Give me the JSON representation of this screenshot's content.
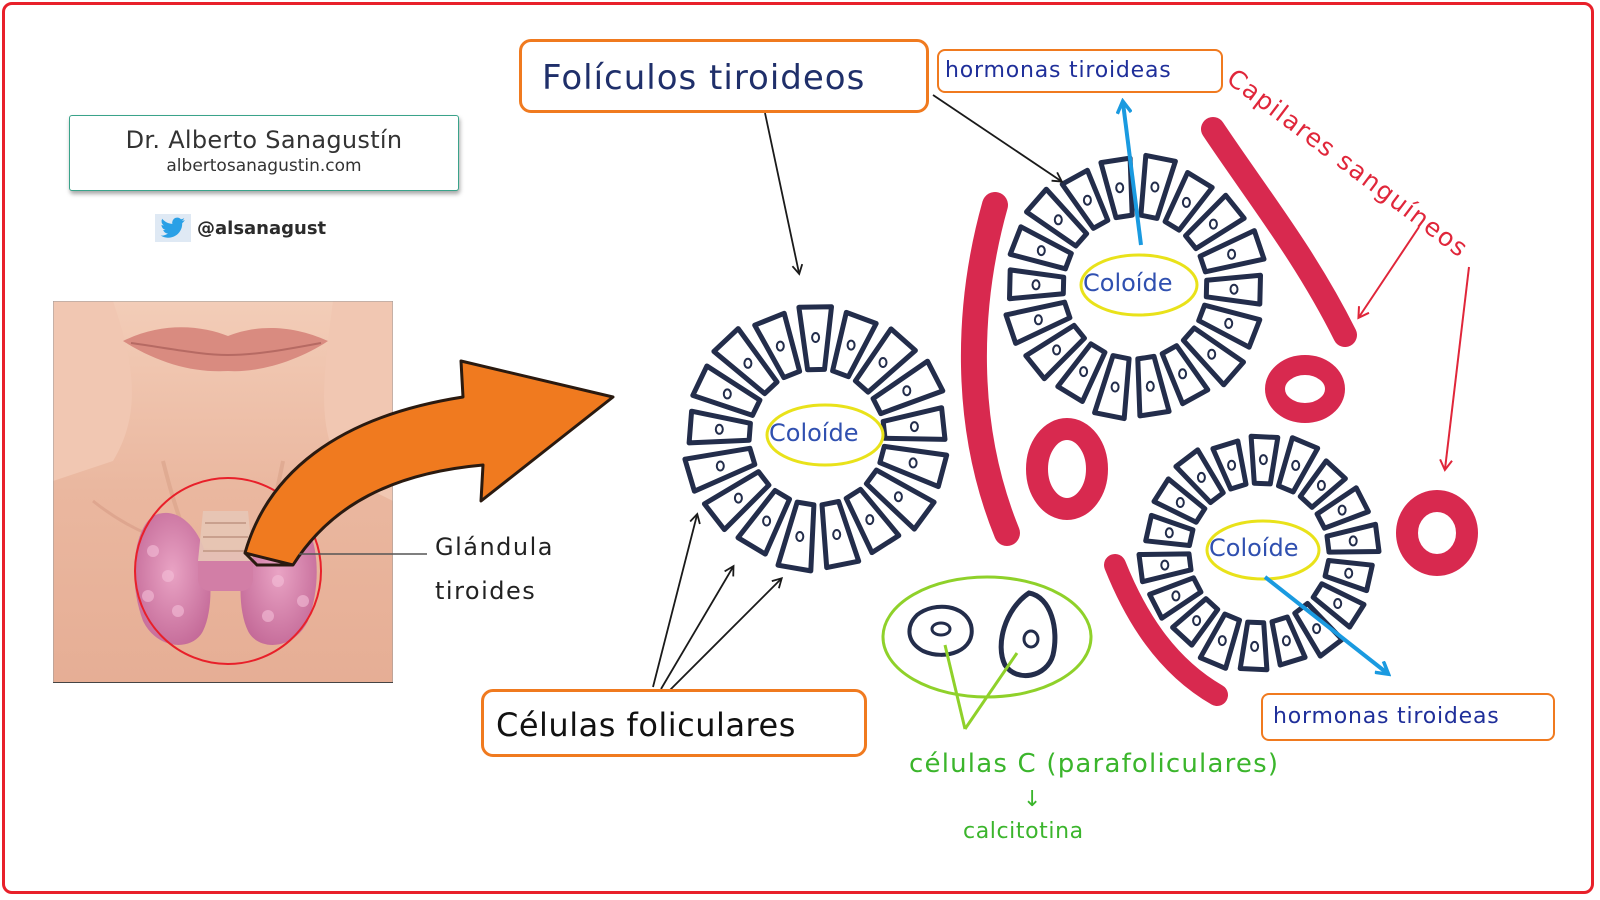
{
  "author": {
    "name": "Dr. Alberto Sanagustín",
    "website": "albertosanagustin.com",
    "twitter_handle": "@alsanagust"
  },
  "labels": {
    "gland": [
      "Glándula",
      "tiroides"
    ],
    "follicles": "Folículos tiroideos",
    "hormones_top": "hormonas tiroideas",
    "hormones_bottom": "hormonas tiroideas",
    "capillaries": "Capilares sanguíneos",
    "colloid_left": "Coloíde",
    "colloid_top": "Coloíde",
    "colloid_bottom": "Coloíde",
    "follicular_cells": "Células foliculares",
    "c_cells": "células C (parafoliculares)",
    "c_cells_arrow": "↓",
    "calcitonin": "calcitotina"
  },
  "colors": {
    "frame": "#e8202a",
    "orange": "#f07a1f",
    "navy": "#232d4b",
    "capillary": "#d8294f",
    "colloid_ring": "#e9e21a",
    "c_cell_ring": "#8fd12a",
    "blue_arrow": "#1a9ae0",
    "hormone_text": "#1f2f9a",
    "capillary_text": "#e0263a",
    "c_cell_text": "#3bb52c"
  }
}
